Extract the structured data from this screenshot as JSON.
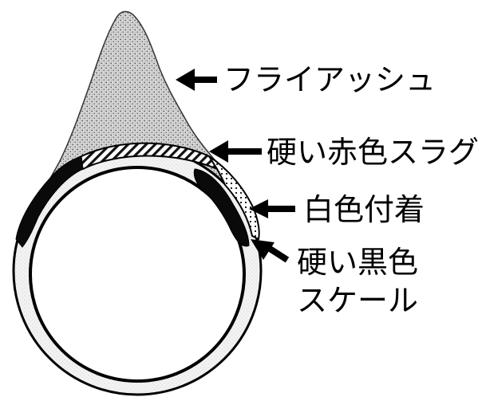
{
  "labels": {
    "fly_ash": "フライアッシュ",
    "red_slag": "硬い赤色スラグ",
    "white_deposit": "白色付着",
    "black_scale_line1": "硬い黒色",
    "black_scale_line2": "スケール"
  },
  "colors": {
    "ink": "#000000",
    "fly_ash_fill": "#cfcfcf",
    "tube_fill": "#f4f4f4",
    "background": "#ffffff"
  }
}
